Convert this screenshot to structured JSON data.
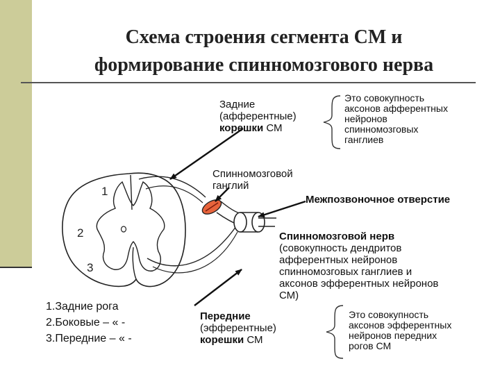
{
  "title": {
    "line1": "Схема строения сегмента СМ и",
    "line2": "формирование спинномозгового нерва"
  },
  "labels": {
    "dorsal_roots": {
      "line1": "Задние",
      "line2": "(афферентные)",
      "line3_bold": "корешки",
      "line3_rest": " СМ"
    },
    "dorsal_roots_note": {
      "lines": [
        "Это совокупность",
        "аксонов афферентных",
        "нейронов",
        "спинномозговых",
        "ганглиев"
      ]
    },
    "ganglion": {
      "line1": "Спинномозговой",
      "line2": "ганглий"
    },
    "foramen": "Межпозвоночное отверстие",
    "spinal_nerve": {
      "line1": "Спинномозговой нерв",
      "lines": [
        "(совокупность дендритов",
        "афферентных нейронов",
        "спинномозговых ганглиев и",
        "аксонов эфферентных нейронов",
        "СМ)"
      ]
    },
    "ventral_roots": {
      "line1": "Передние",
      "line2": "(эфферентные)",
      "line3_bold": "корешки",
      "line3_rest": " СМ"
    },
    "ventral_roots_note": {
      "lines": [
        "Это совокупность",
        "аксонов эфферентных",
        "нейронов передних",
        "рогов СМ"
      ]
    },
    "legend": [
      "1.Задние рога",
      "2.Боковые – « -",
      "3.Передние – « -"
    ],
    "numbers": [
      "1",
      "2",
      "3",
      "o"
    ]
  },
  "colors": {
    "ganglion_fill": "#e8643c",
    "accent_bar": "#cccc99",
    "line": "#222222"
  }
}
